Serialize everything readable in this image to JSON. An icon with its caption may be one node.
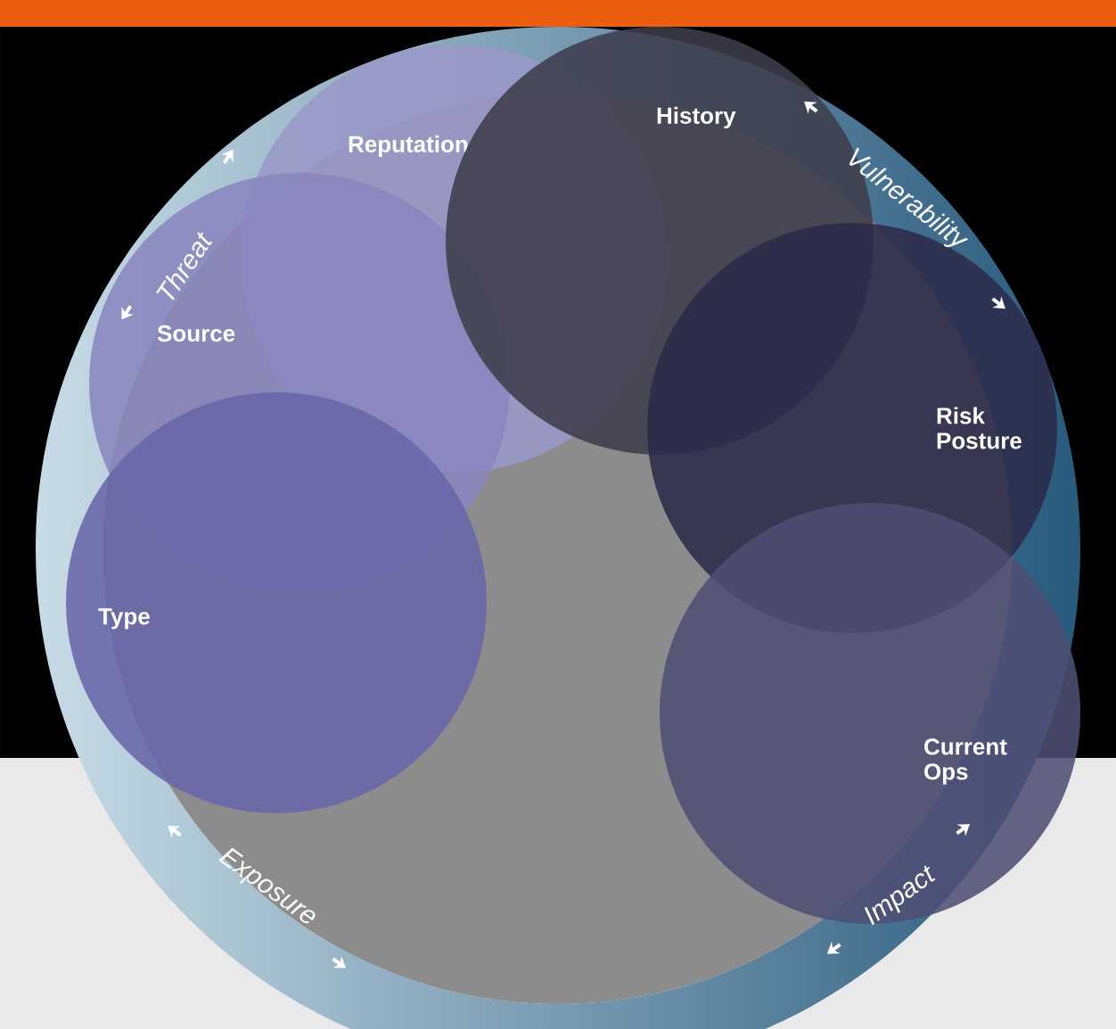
{
  "diagram": {
    "nodes": [
      {
        "text": [
          "Reputation"
        ]
      },
      {
        "text": [
          "History"
        ]
      },
      {
        "text": [
          "Source"
        ]
      },
      {
        "text": [
          "Risk Posture"
        ]
      },
      {
        "text": [
          "Type"
        ]
      },
      {
        "text": [
          "Current Ops"
        ]
      }
    ],
    "labels": [
      "Threat",
      "Vulnerability",
      "Exposure",
      "Impact"
    ]
  }
}
